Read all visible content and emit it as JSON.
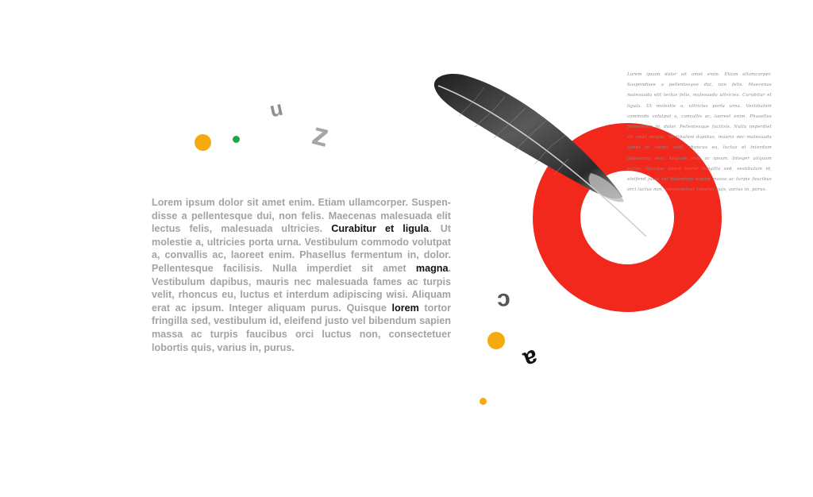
{
  "letters": {
    "u": "u",
    "z": "z",
    "c": "c",
    "a": "a"
  },
  "colors": {
    "accent_red": "#f2281c",
    "accent_yellow": "#f5aa0f",
    "accent_green": "#1fa64a",
    "text_gray": "#a3a3a3",
    "text_dark": "#111111",
    "feather_gray": "#3a3a3a"
  },
  "body_text": {
    "part1": "Lorem ipsum dolor sit amet enim. Etiam ullamcorper. Suspen-disse a pellentesque dui, non felis. Maecenas malesuada elit lectus felis, malesuada ultricies. ",
    "highlight1": "Curabitur et ligula",
    "part2": ". Ut molestie a, ultricies porta urna. Vestibulum commodo volutpat a, convallis ac, laoreet enim. Phasellus fermentum in, dolor. Pellentesque facilisis. Nulla imperdiet sit amet ",
    "highlight2": "magna",
    "part3": ". Vestibulum dapibus, mauris nec malesuada fames ac turpis velit, rhoncus eu, luctus et interdum adipiscing wisi. Aliquam erat ac ipsum. Integer aliquam purus. Quisque ",
    "highlight3": "lorem",
    "part4": " tortor fringilla sed, vestibulum id, eleifend justo vel bibendum sapien massa ac turpis faucibus orci luctus non, consectetuer lobortis quis, varius in, purus."
  },
  "script_text": "Lorem ipsum dolor sit amet enim. Etiam ullamcorper. Suspendisse a pellentesque dui, non felis. Maecenas malesuada elit lectus felis, malesuada ultricies. Curabitur et ligula. Ut molestie a, ultricies porta urna. Vestibulum commodo volutpat a, convallis ac, laoreet enim. Phasellus fermentum in, dolor. Pellentesque facilisis. Nulla imperdiet sit amet magna. Vestibulum dapibus, mauris nec malesuada fames ac turpis velit, rhoncus eu, luctus et interdum adipiscing wisi. Aliquam erat ac ipsum. Integer aliquam purus. Quisque lorem tortor fringilla sed, vestibulum id, eleifend justo vel bibendum sapien massa ac turpis faucibus orci luctus non, consectetuer lobortis quis, varius in, purus."
}
